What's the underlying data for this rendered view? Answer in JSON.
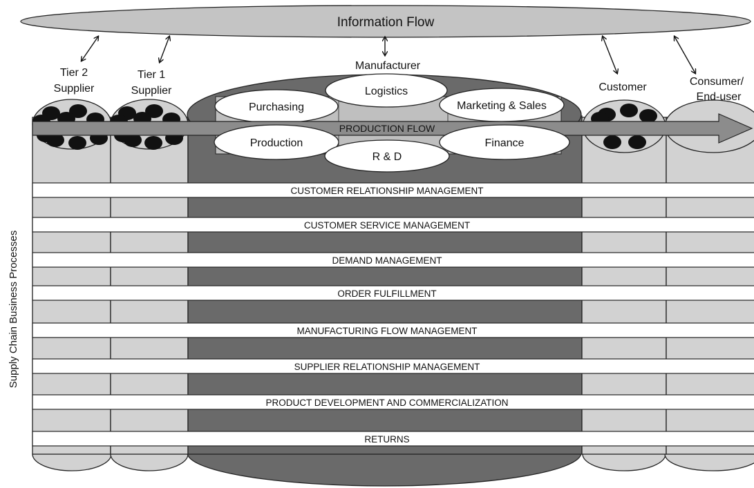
{
  "info_flow_label": "Information Flow",
  "manufacturer_label": "Manufacturer",
  "side_label": "Supply Chain Business Processes",
  "production_flow_label": "PRODUCTION FLOW",
  "columns": {
    "tier2": [
      "Tier 2",
      "Supplier"
    ],
    "tier1": [
      "Tier 1",
      "Supplier"
    ],
    "customer": [
      "Customer"
    ],
    "consumer": [
      "Consumer/",
      "End-user"
    ]
  },
  "departments": {
    "logistics": "Logistics",
    "purchasing": "Purchasing",
    "marketing": "Marketing & Sales",
    "production": "Production",
    "rd": "R & D",
    "finance": "Finance"
  },
  "processes": [
    "CUSTOMER RELATIONSHIP MANAGEMENT",
    "CUSTOMER SERVICE MANAGEMENT",
    "DEMAND MANAGEMENT",
    "ORDER FULFILLMENT",
    "MANUFACTURING FLOW MANAGEMENT",
    "SUPPLIER RELATIONSHIP MANAGEMENT",
    "PRODUCT DEVELOPMENT AND COMMERCIALIZATION",
    "RETURNS"
  ],
  "colors": {
    "light_gray": "#d2d2d2",
    "dark_gray": "#6a6a6a",
    "arrow_gray": "#8c8c8c",
    "outline": "#222222"
  }
}
